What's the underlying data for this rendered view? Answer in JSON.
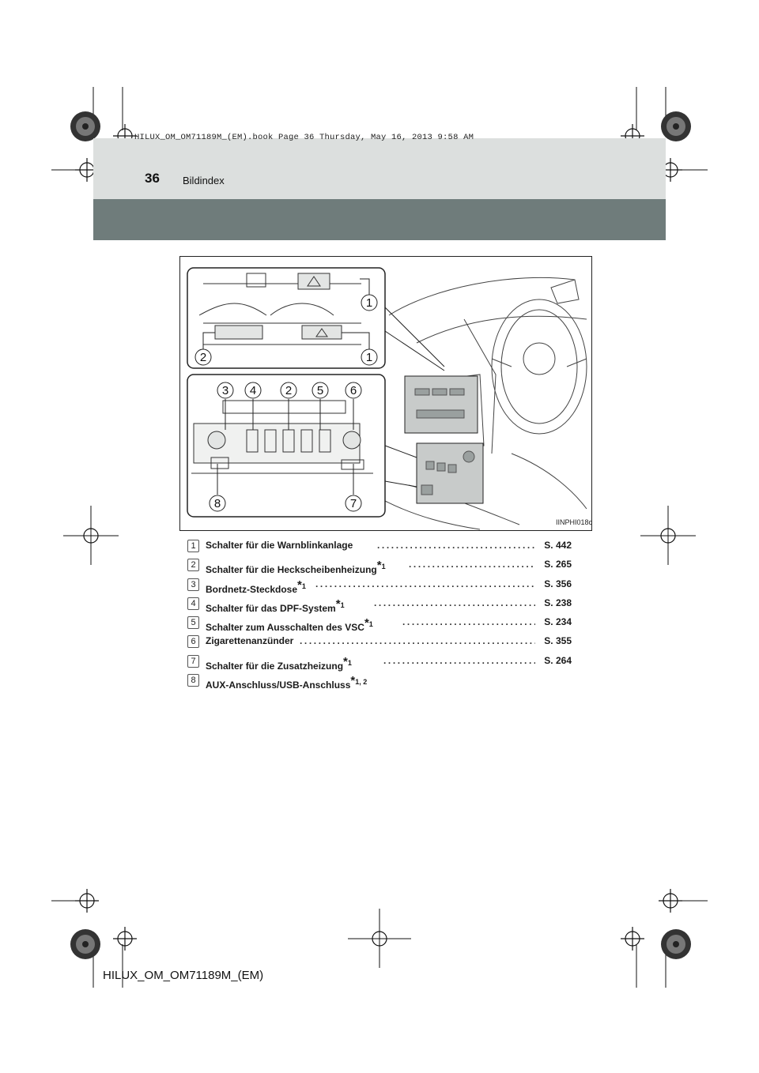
{
  "header": {
    "print_line": "HILUX_OM_OM71189M_(EM).book  Page 36  Thursday, May 16, 2013  9:58 AM",
    "page_number": "36",
    "section_title": "Bildindex"
  },
  "figure": {
    "code": "IINPHI018c",
    "callouts": [
      "1",
      "1",
      "2",
      "3",
      "4",
      "2",
      "5",
      "6",
      "8",
      "7"
    ]
  },
  "items": [
    {
      "num": "1",
      "label": "Schalter für die Warnblinkanlage",
      "sup": "",
      "page": "S. 442"
    },
    {
      "num": "2",
      "label": "Schalter für die Heckscheibenheizung",
      "sup": "1",
      "page": "S. 265"
    },
    {
      "num": "3",
      "label": "Bordnetz-Steckdose",
      "sup": "1",
      "page": "S. 356"
    },
    {
      "num": "4",
      "label": "Schalter für das DPF-System",
      "sup": "1",
      "page": "S. 238"
    },
    {
      "num": "5",
      "label": "Schalter zum Ausschalten des VSC",
      "sup": "1",
      "page": "S. 234"
    },
    {
      "num": "6",
      "label": "Zigarettenanzünder",
      "sup": "",
      "page": "S. 355"
    },
    {
      "num": "7",
      "label": "Schalter für die Zusatzheizung",
      "sup": "1",
      "page": "S. 264"
    },
    {
      "num": "8",
      "label": "AUX-Anschluss/USB-Anschluss",
      "sup": "1, 2",
      "page": ""
    }
  ],
  "footer": {
    "document_id": "HILUX_OM_OM71189M_(EM)"
  }
}
